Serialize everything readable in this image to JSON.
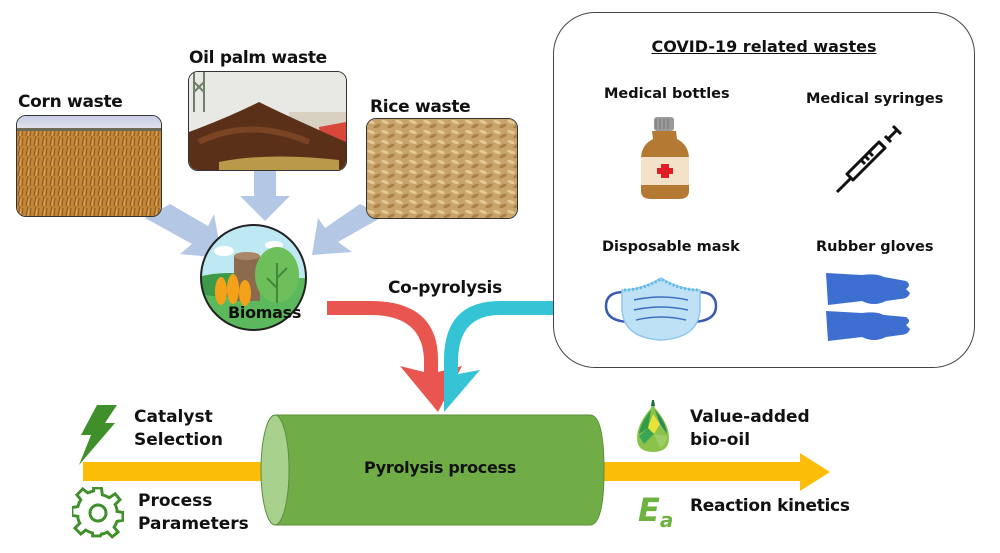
{
  "biomass_sources": [
    {
      "label": "Corn waste",
      "icon": "corn-field-photo"
    },
    {
      "label": "Oil palm waste",
      "icon": "oil-palm-heap-photo"
    },
    {
      "label": "Rice waste",
      "icon": "rice-husk-photo"
    }
  ],
  "biomass": {
    "label": "Biomass",
    "icon": "biomass-landscape-icon"
  },
  "co_pyrolysis": {
    "label": "Co-pyrolysis"
  },
  "covid": {
    "title": "COVID-19 related wastes",
    "items": [
      {
        "label": "Medical bottles",
        "icon": "medicine-bottle-icon"
      },
      {
        "label": "Medical syringes",
        "icon": "syringe-icon"
      },
      {
        "label": "Disposable  mask",
        "icon": "face-mask-icon"
      },
      {
        "label": "Rubber gloves",
        "icon": "rubber-gloves-icon"
      }
    ]
  },
  "process": {
    "label": "Pyrolysis process"
  },
  "inputs": [
    {
      "line1": "Catalyst",
      "line2": "Selection",
      "icon": "lightning-bolt-icon"
    },
    {
      "line1": "Process",
      "line2": "Parameters",
      "icon": "gear-icon"
    }
  ],
  "outputs": [
    {
      "line1": "Value-added",
      "line2": "bio-oil",
      "icon": "oil-drop-icon"
    },
    {
      "line1": "Reaction kinetics",
      "line2": "",
      "icon": "activation-energy-icon",
      "symbol_main": "E",
      "symbol_sub": "a"
    }
  ],
  "colors": {
    "feed_arrow": "#b4c8e6",
    "biomass_arrow": "#e8564f",
    "covid_arrow": "#35c4d6",
    "flow_arrow": "#fbbd08",
    "cylinder": "#70ad47",
    "cylinder_cap": "#a9d18e",
    "icon_green": "#3f8f2a"
  }
}
